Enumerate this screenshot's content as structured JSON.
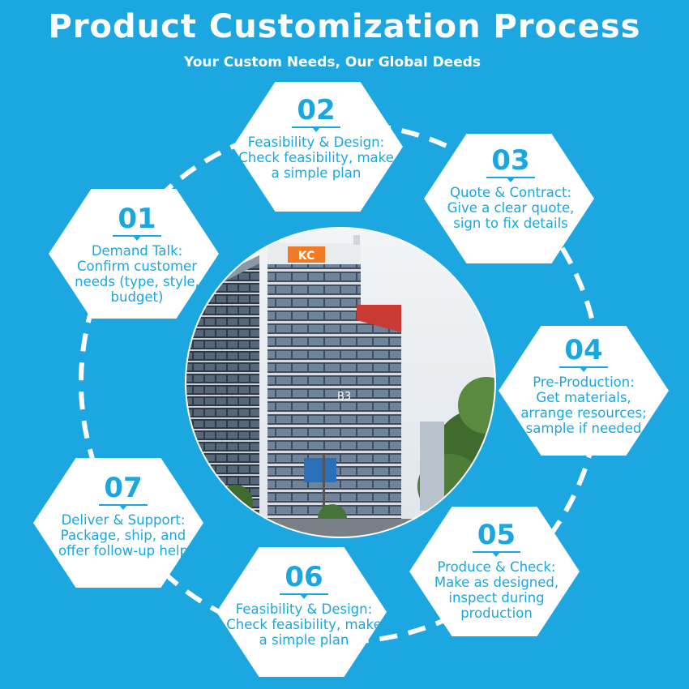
{
  "title": "Product Customization Process",
  "subtitle": "Your Custom Needs, Our Global Deeds",
  "colors": {
    "background": "#1ca7e0",
    "hex_fill": "#ffffff",
    "hex_text": "#1aa7df",
    "ring": "#ffffff"
  },
  "center_image": {
    "description_icon": "office-building-photo",
    "sign_text": "KC",
    "building_label": "B3"
  },
  "steps": [
    {
      "number": "01",
      "label": "Demand Talk:",
      "text": "Confirm customer needs (type, style, budget)"
    },
    {
      "number": "02",
      "label": "Feasibility & Design:",
      "text": "Check feasibility, make a simple plan"
    },
    {
      "number": "03",
      "label": "Quote & Contract:",
      "text": "Give a clear quote, sign to fix details"
    },
    {
      "number": "04",
      "label": "Pre-Production:",
      "text": "Get materials, arrange resources; sample if needed"
    },
    {
      "number": "05",
      "label": "Produce & Check:",
      "text": "Make as designed, inspect during production"
    },
    {
      "number": "06",
      "label": "Feasibility & Design:",
      "text": "Check feasibility, make a simple plan"
    },
    {
      "number": "07",
      "label": "Deliver & Support:",
      "text": "Package, ship, and offer follow-up help"
    }
  ]
}
